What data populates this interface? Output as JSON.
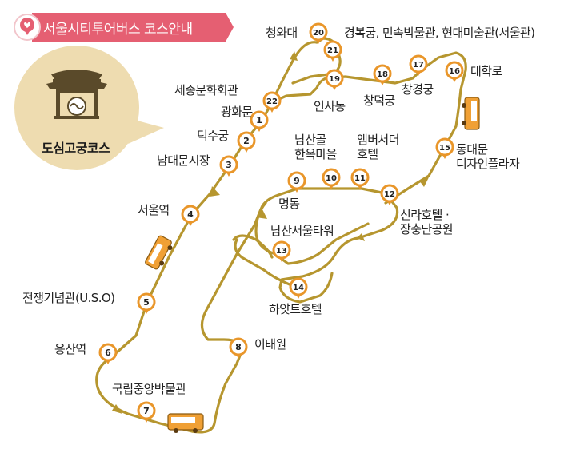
{
  "header": {
    "title": "서울시티투어버스 코스안내",
    "colors": {
      "banner": "#e55f72",
      "route": "#b6962f",
      "marker": "#e9962a",
      "badge_bg": "#eedcb0",
      "icon": "heart-pin-icon"
    }
  },
  "course": {
    "name": "도심고궁코스",
    "icon": "palace-gate-icon"
  },
  "stops": [
    {
      "num": "1",
      "name": "광화문"
    },
    {
      "num": "2",
      "name": "덕수궁"
    },
    {
      "num": "3",
      "name": "남대문시장"
    },
    {
      "num": "4",
      "name": "서울역"
    },
    {
      "num": "5",
      "name": "전쟁기념관(U.S.O)"
    },
    {
      "num": "6",
      "name": "용산역"
    },
    {
      "num": "7",
      "name": "국립중앙박물관"
    },
    {
      "num": "8",
      "name": "이태원"
    },
    {
      "num": "9",
      "name": "명동"
    },
    {
      "num": "10",
      "name": "남산골\n한옥마을"
    },
    {
      "num": "11",
      "name": "앰버서더\n호텔"
    },
    {
      "num": "12",
      "name": "신라호텔 ·\n장충단공원"
    },
    {
      "num": "13",
      "name": "남산서울타워"
    },
    {
      "num": "14",
      "name": "하얏트호텔"
    },
    {
      "num": "15",
      "name": "동대문\n디자인플라자"
    },
    {
      "num": "16",
      "name": "대학로"
    },
    {
      "num": "17",
      "name": "창경궁"
    },
    {
      "num": "18",
      "name": "창덕궁"
    },
    {
      "num": "19",
      "name": "인사동"
    },
    {
      "num": "20",
      "name": "청와대"
    },
    {
      "num": "21",
      "name": "경복궁, 민속박물관, 현대미술관(서울관)"
    },
    {
      "num": "22",
      "name": "세종문화회관"
    }
  ]
}
